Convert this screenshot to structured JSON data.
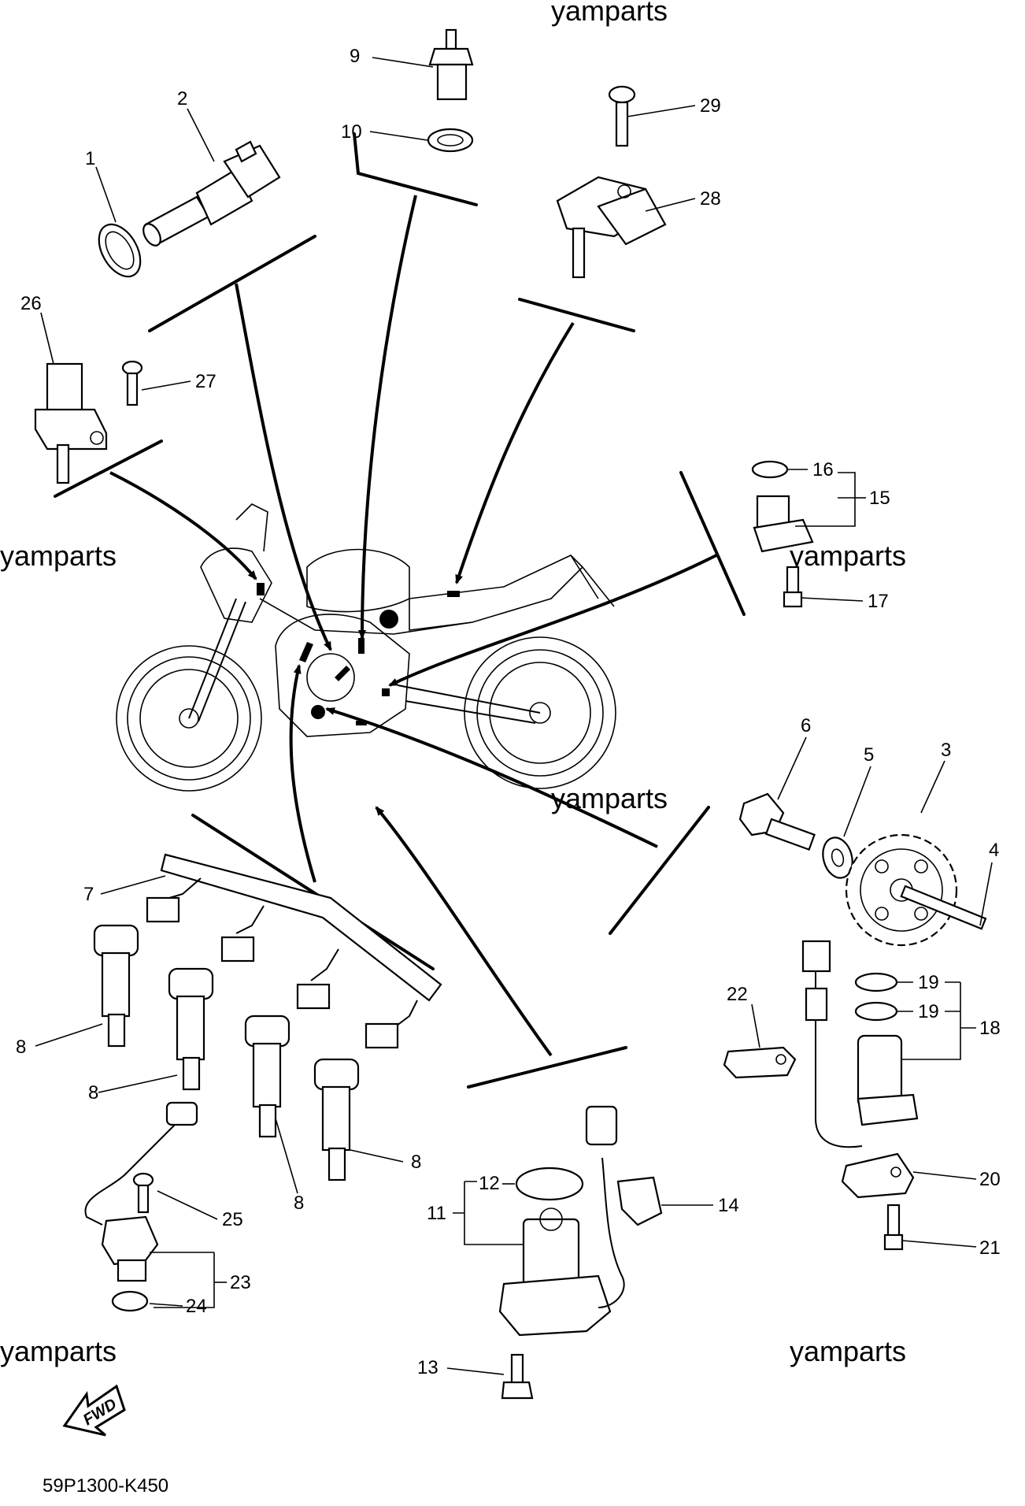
{
  "watermark": "yamparts",
  "diagram_code": "59P1300-K450",
  "fwd_label": "FWD",
  "callouts": {
    "c1": "1",
    "c2": "2",
    "c3": "3",
    "c4": "4",
    "c5": "5",
    "c6": "6",
    "c7": "7",
    "c8a": "8",
    "c8b": "8",
    "c8c": "8",
    "c8d": "8",
    "c9": "9",
    "c10": "10",
    "c11": "11",
    "c12": "12",
    "c13": "13",
    "c14": "14",
    "c15": "15",
    "c16": "16",
    "c17": "17",
    "c18": "18",
    "c19a": "19",
    "c19b": "19",
    "c20": "20",
    "c21": "21",
    "c22": "22",
    "c23": "23",
    "c24": "24",
    "c25": "25",
    "c26": "26",
    "c27": "27",
    "c28": "28",
    "c29": "29"
  }
}
